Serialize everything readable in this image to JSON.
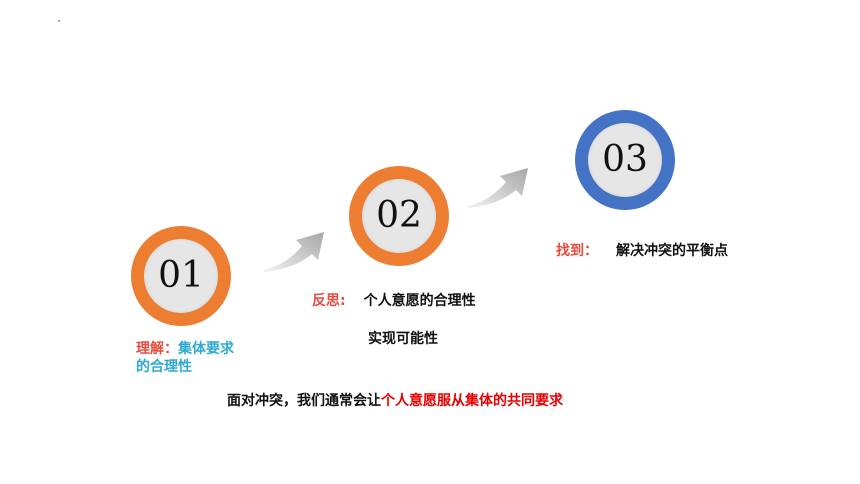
{
  "steps": [
    {
      "number": "01",
      "color": "#ed7d31",
      "key": "理解：",
      "text": "集体要求的合理性"
    },
    {
      "number": "02",
      "color": "#ed7d31",
      "key": "反思:",
      "text": "个人意愿的合理性",
      "text2": "实现可能性"
    },
    {
      "number": "03",
      "color": "#4472c4",
      "key": "找到：",
      "text": "解决冲突的平衡点"
    }
  ],
  "footer": {
    "prefix": "面对冲突，我们通常会让",
    "highlight": "个人意愿服从集体的共同要求"
  },
  "colors": {
    "accent_orange": "#ed7d31",
    "accent_blue": "#4472c4",
    "key_red": "#e84c3d",
    "text_blue": "#2eaad1",
    "highlight_red": "#e80000"
  },
  "icons": [
    "arrow-up-right-icon",
    "arrow-up-right-icon"
  ]
}
